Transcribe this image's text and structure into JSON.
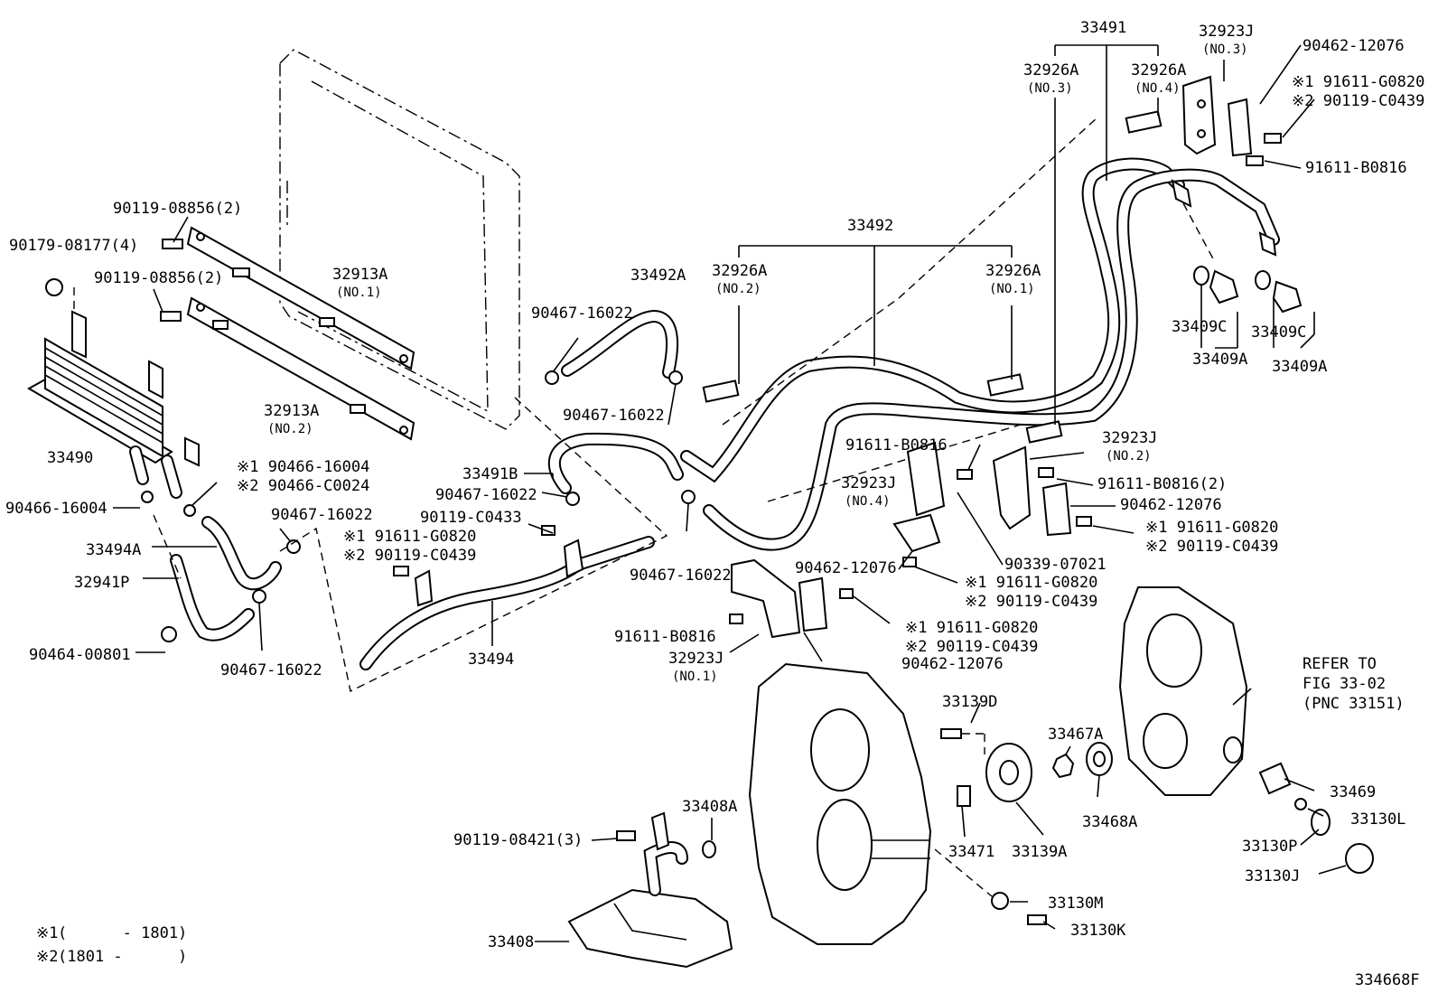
{
  "figure": {
    "id": "334668F",
    "notes": [
      {
        "mark": "※1",
        "text": "(      - 1801)"
      },
      {
        "mark": "※2",
        "text": "(1801 -      )"
      }
    ]
  },
  "labels": {
    "l33491": "33491",
    "l32926A_3": "32926A",
    "l32926A_3s": "(NO.3)",
    "l32926A_4": "32926A",
    "l32926A_4s": "(NO.4)",
    "l32923J_3": "32923J",
    "l32923J_3s": "(NO.3)",
    "l90462_a": "90462-12076",
    "l91611G_a": "※1 91611-G0820",
    "l90119C_a": "※2 90119-C0439",
    "l91611B_a": "91611-B0816",
    "l90119_08856_a": "90119-08856(2)",
    "l90179": "90179-08177(4)",
    "l90119_08856_b": "90119-08856(2)",
    "l32913A_1": "32913A",
    "l32913A_1s": "(NO.1)",
    "l32913A_2": "32913A",
    "l32913A_2s": "(NO.2)",
    "l33490": "33490",
    "l33492": "33492",
    "l33492A": "33492A",
    "l32926A_2": "32926A",
    "l32926A_2s": "(NO.2)",
    "l32926A_1": "32926A",
    "l32926A_1s": "(NO.1)",
    "l90467_a": "90467-16022",
    "l90467_b": "90467-16022",
    "l33409C_a": "33409C",
    "l33409C_b": "33409C",
    "l33409A_a": "33409A",
    "l33409A_b": "33409A",
    "l90466G1": "※1 90466-16004",
    "l90466G2": "※2 90466-C0024",
    "l90466_16004": "90466-16004",
    "l33491B": "33491B",
    "l90467_c": "90467-16022",
    "l90119C0433": "90119-C0433",
    "l91611B_b": "91611-B0816",
    "l32923J_2": "32923J",
    "l32923J_2s": "(NO.2)",
    "l91611B_c": "91611-B0816(2)",
    "l90462_b": "90462-12076",
    "l91611G_b": "※1 91611-G0820",
    "l90119C_b": "※2 90119-C0439",
    "l32923J_4": "32923J",
    "l32923J_4s": "(NO.4)",
    "l90339": "90339-07021",
    "l90467_d": "90467-16022",
    "l33494A": "33494A",
    "l91611G_c": "※1 91611-G0820",
    "l90119C_c": "※2 90119-C0439",
    "l32941P": "32941P",
    "l90462_c": "90462-12076",
    "l91611G_d": "※1 91611-G0820",
    "l90119C_d": "※2 90119-C0439",
    "l90467_e": "90467-16022",
    "l91611G_e": "※1 91611-G0820",
    "l90119C_e": "※2 90119-C0439",
    "l90464": "90464-00801",
    "l91611B_d": "91611-B0816",
    "l32923J_1": "32923J",
    "l32923J_1s": "(NO.1)",
    "l90467_f": "90467-16022",
    "l33494": "33494",
    "l90462_d": "90462-12076",
    "l33139D": "33139D",
    "l33467A": "33467A",
    "refer1": "REFER TO",
    "refer2": "FIG 33-02",
    "refer3": "(PNC 33151)",
    "l33408A": "33408A",
    "l90119_08421": "90119-08421(3)",
    "l33468A": "33468A",
    "l33469": "33469",
    "l33130L": "33130L",
    "l33471": "33471",
    "l33139A": "33139A",
    "l33130P": "33130P",
    "l33130J": "33130J",
    "l33130M": "33130M",
    "l33130K": "33130K",
    "l33408": "33408"
  }
}
